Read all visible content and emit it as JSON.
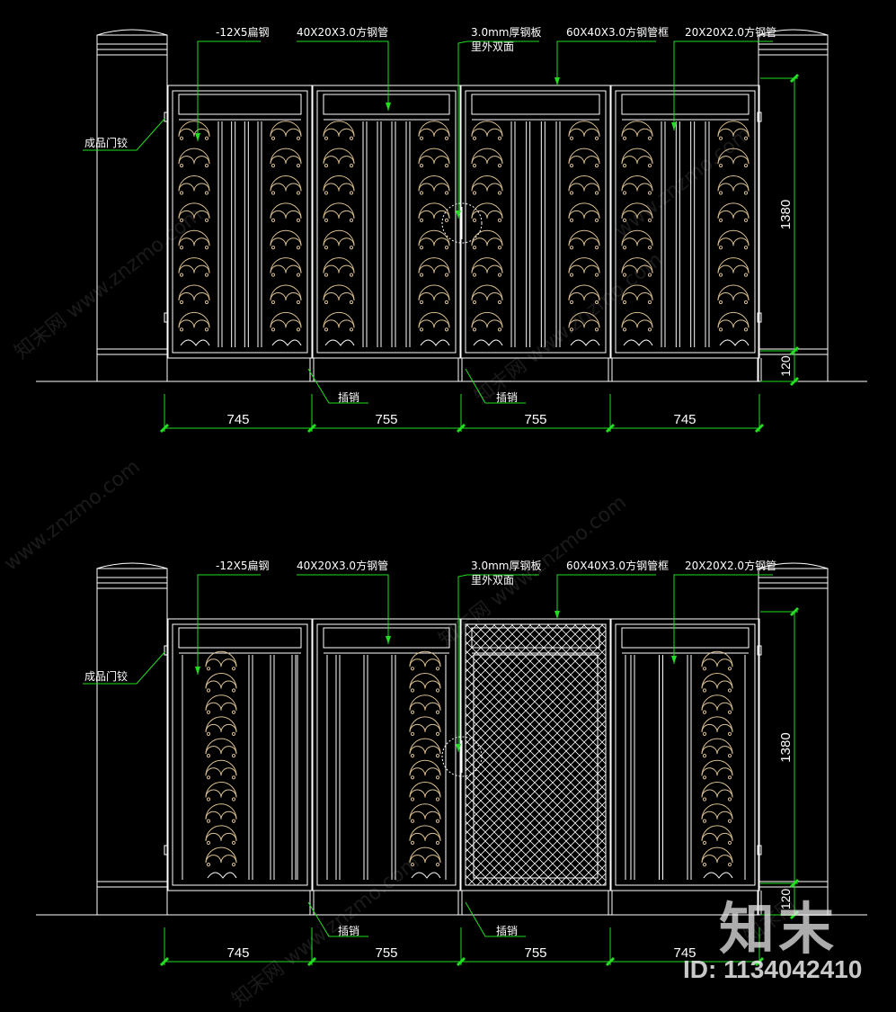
{
  "elevations": [
    {
      "callouts": {
        "flat_steel": "-12X5扁钢",
        "square_tube_40x20": "40X20X3.0方钢管",
        "steel_plate": "3.0mm厚钢板",
        "steel_plate_note": "里外双面",
        "frame_60x40": "60X40X3.0方钢管框",
        "square_tube_20x20": "20X20X2.0方钢管",
        "hinge": "成品门铰",
        "latch_left": "插销",
        "latch_right": "插销"
      },
      "dimensions": {
        "widths": [
          "745",
          "755",
          "755",
          "745"
        ],
        "height_main": "1380",
        "height_base": "120"
      }
    },
    {
      "callouts": {
        "flat_steel": "-12X5扁钢",
        "square_tube_40x20": "40X20X3.0方钢管",
        "steel_plate": "3.0mm厚钢板",
        "steel_plate_note": "里外双面",
        "frame_60x40": "60X40X3.0方钢管框",
        "square_tube_20x20": "20X20X2.0方钢管",
        "hinge": "成品门铰",
        "latch_left": "插销",
        "latch_right": "插销"
      },
      "dimensions": {
        "widths": [
          "745",
          "755",
          "755",
          "745"
        ],
        "height_main": "1380",
        "height_base": "120"
      }
    }
  ],
  "watermark": {
    "site": "www.znzmo.com",
    "cn": "知末网",
    "logo": "知末",
    "id": "ID: 1134042410"
  },
  "colors": {
    "linework": "#ffffff",
    "ornament": "#d9bf8f",
    "leader": "#22dd22",
    "background": "#000000"
  }
}
